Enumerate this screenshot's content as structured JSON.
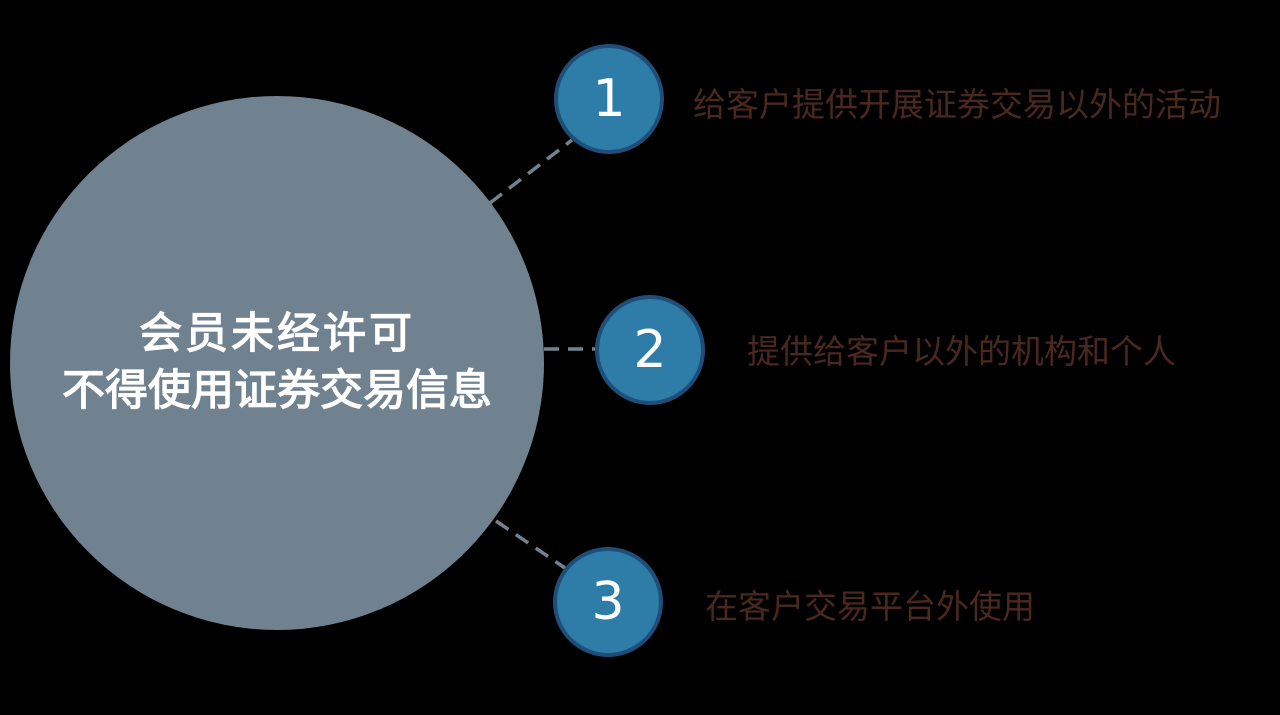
{
  "colors": {
    "page_bg": "#000000",
    "main_circle_fill": "#70818F",
    "main_title_text": "#FFFFFF",
    "connector": "#72828F",
    "badge_fill": "#2E7CA8",
    "badge_border": "#1F4E79",
    "badge_number_text": "#FFFFFF",
    "item_label_text": "#4A281E"
  },
  "main_circle": {
    "title_line1": "会员未经许可",
    "title_line2": "不得使用证券交易信息"
  },
  "items": [
    {
      "number": "1",
      "label": "给客户提供开展证券交易以外的活动"
    },
    {
      "number": "2",
      "label": "提供给客户以外的机构和个人"
    },
    {
      "number": "3",
      "label": "在客户交易平台外使用"
    }
  ]
}
